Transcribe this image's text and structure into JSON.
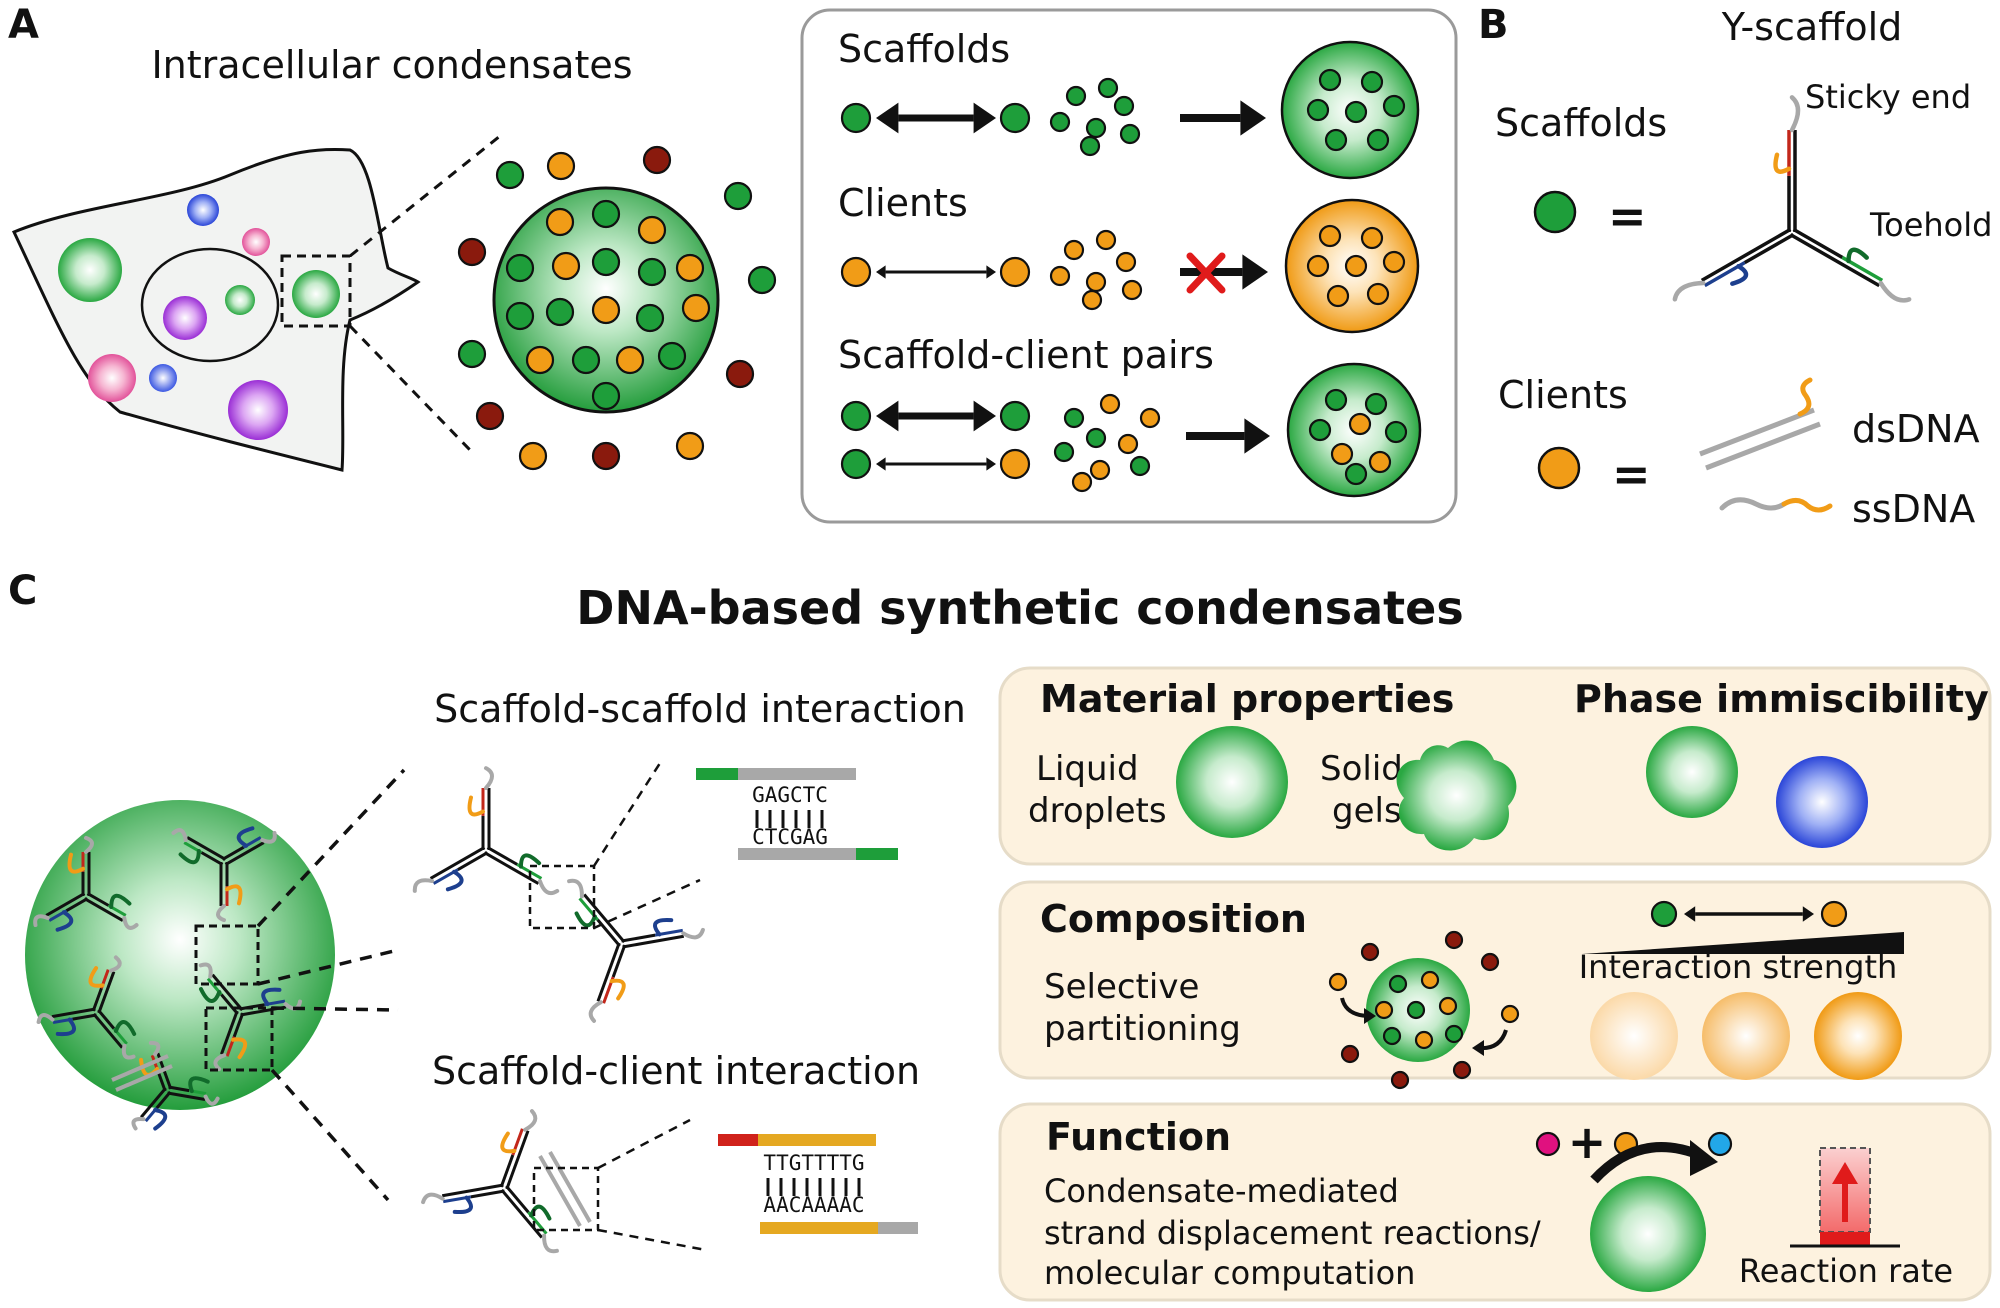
{
  "panels": {
    "a": {
      "letter": "A",
      "cell_title": "Intracellular condensates",
      "box_rows": [
        "Scaffolds",
        "Clients",
        "Scaffold-client pairs"
      ]
    },
    "b": {
      "letter": "B",
      "y_title": "Y-scaffold",
      "scaffolds_label": "Scaffolds",
      "clients_label": "Clients",
      "equals": "=",
      "sticky_end": "Sticky end",
      "toehold": "Toehold",
      "dsdna": "dsDNA",
      "ssdna": "ssDNA"
    },
    "c": {
      "letter": "C",
      "title": "DNA-based synthetic condensates",
      "ss_interaction": "Scaffold-scaffold interaction",
      "sc_interaction": "Scaffold-client interaction",
      "seq_top_1": "GAGCTC",
      "seq_bottom_1": "CTCGAG",
      "seq_top_2": "TTGTTTTG",
      "seq_bottom_2": "AACAAAAC",
      "material": {
        "title": "Material properties",
        "liquid_1": "Liquid",
        "liquid_2": "droplets",
        "solid_1": "Solid",
        "solid_2": "gels",
        "phase_title": "Phase immiscibility"
      },
      "composition": {
        "title": "Composition",
        "line1": "Selective",
        "line2": "partitioning",
        "strength": "Interaction strength"
      },
      "function": {
        "title": "Function",
        "line1": "Condensate-mediated",
        "line2": "strand displacement reactions/",
        "line3": "molecular computation",
        "plus": "+",
        "rate": "Reaction rate"
      }
    }
  },
  "colors": {
    "green": "#1e9e3a",
    "orange": "#f19c17",
    "dark_red": "#8a1a0d",
    "blue": "#2f4fd8",
    "purple": "#9b2fd6",
    "pink": "#e85a9b",
    "magenta": "#e0117f",
    "cyan": "#22a7e8",
    "red": "#e01b1b",
    "box_bg": "#fdf2df",
    "box_border": "#e6dcc8",
    "gray": "#a8a8a8"
  }
}
